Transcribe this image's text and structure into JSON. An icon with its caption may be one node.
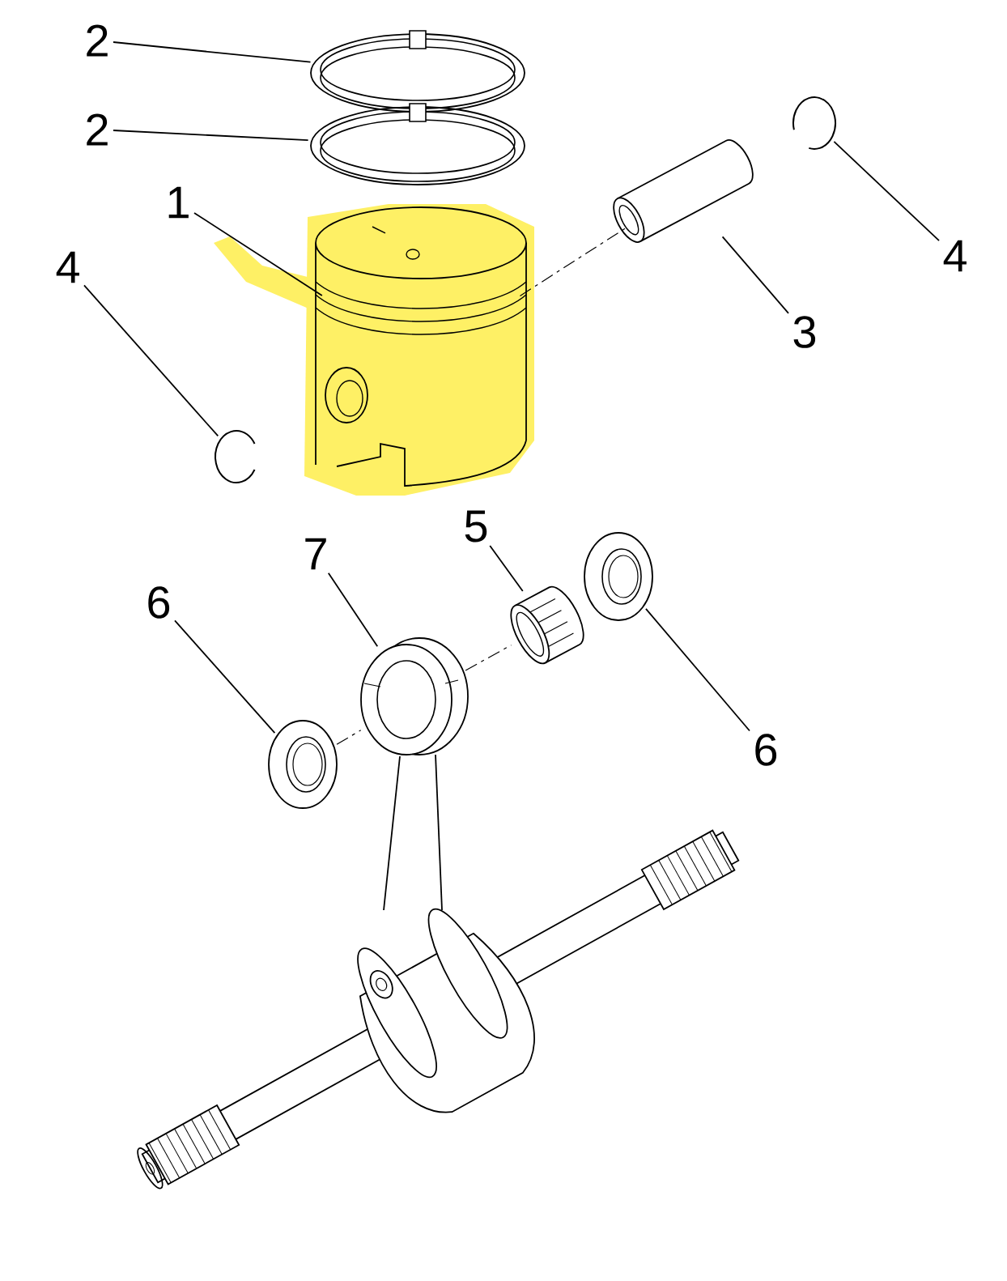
{
  "diagram": {
    "nodes": [
      {
        "text": [
          "2"
        ]
      },
      {
        "text": [],
        "shape": "picture"
      },
      {
        "text": [
          "2"
        ]
      },
      {
        "text": [],
        "shape": "picture"
      },
      {
        "text": [
          "1"
        ]
      },
      {
        "text": [],
        "shape": "picture"
      },
      {
        "text": [
          "4"
        ]
      },
      {
        "text": [],
        "shape": "picture"
      },
      {
        "text": [
          "3"
        ]
      },
      {
        "text": [],
        "shape": "picture"
      },
      {
        "text": [
          "4"
        ]
      },
      {
        "text": [],
        "shape": "picture"
      },
      {
        "text": [
          "5"
        ]
      },
      {
        "text": [],
        "shape": "picture"
      },
      {
        "text": [
          "7"
        ]
      },
      {
        "text": [],
        "shape": "picture"
      },
      {
        "text": [
          "6"
        ]
      },
      {
        "text": [],
        "shape": "picture"
      },
      {
        "text": [
          "6"
        ]
      },
      {
        "text": [],
        "shape": "picture"
      }
    ],
    "edges": [
      {
        "from": 0,
        "to": 1,
        "arrow": "none"
      },
      {
        "from": 2,
        "to": 3,
        "arrow": "none"
      },
      {
        "from": 4,
        "to": 5,
        "arrow": "none"
      },
      {
        "from": 6,
        "to": 7,
        "arrow": "none"
      },
      {
        "from": 8,
        "to": 9,
        "arrow": "none"
      },
      {
        "from": 10,
        "to": 11,
        "arrow": "none"
      },
      {
        "from": 12,
        "to": 13,
        "arrow": "none"
      },
      {
        "from": 14,
        "to": 15,
        "arrow": "none"
      },
      {
        "from": 16,
        "to": 17,
        "arrow": "none"
      },
      {
        "from": 18,
        "to": 19,
        "arrow": "none"
      },
      {
        "from": 5,
        "to": 9,
        "arrow": "none",
        "style": "dashed"
      },
      {
        "from": 15,
        "to": 13,
        "arrow": "none",
        "style": "dashed"
      },
      {
        "from": 17,
        "to": 15,
        "arrow": "none",
        "style": "dashed"
      }
    ]
  }
}
